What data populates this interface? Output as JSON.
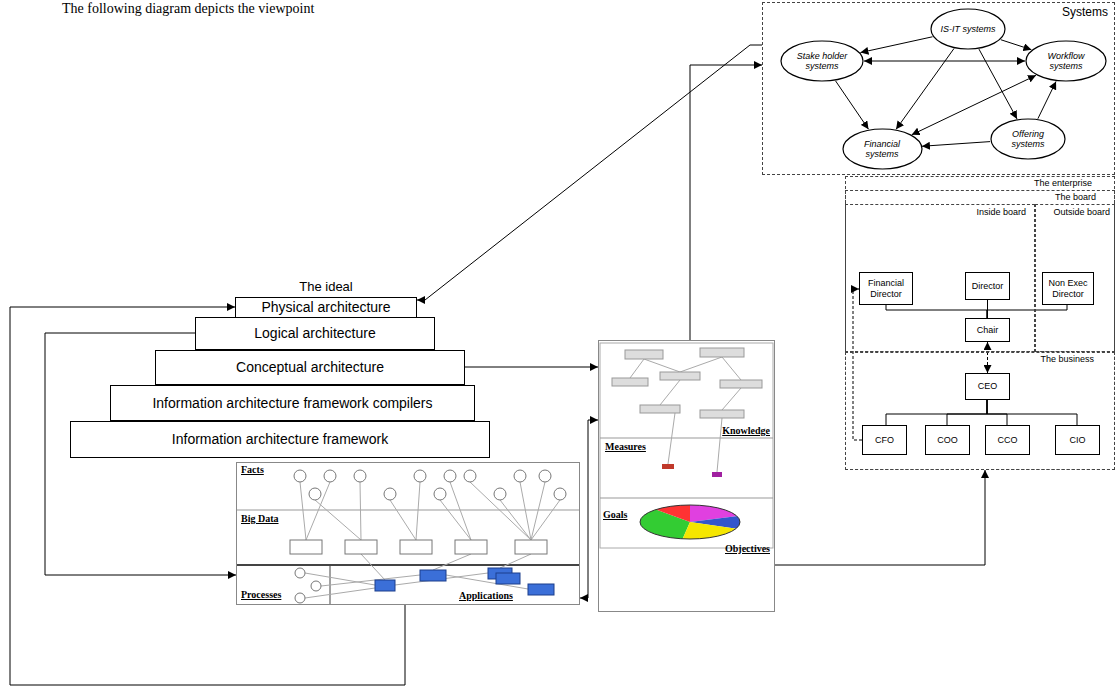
{
  "diagram": {
    "nodes": [
      {
        "text": [
          "Physical architecture"
        ]
      },
      {
        "text": [
          "Logical architecture"
        ]
      },
      {
        "text": [
          "Conceptual architecture"
        ]
      },
      {
        "text": [
          "Information architecture framework compilers"
        ]
      },
      {
        "text": [
          "Information architecture framework"
        ]
      },
      {
        "text": [
          "Facts",
          "Big Data",
          "Processes",
          "Applications"
        ]
      },
      {
        "text": [
          "Knowledge",
          "Measures",
          "Goals",
          "Objectives"
        ]
      },
      {
        "text": [
          "Systems"
        ]
      },
      {
        "text": [
          "IS-IT systems"
        ],
        "in": 7
      },
      {
        "text": [
          "Stake holder systems"
        ],
        "in": 7
      },
      {
        "text": [
          "Workflow systems"
        ],
        "in": 7
      },
      {
        "text": [
          "Financial systems"
        ],
        "in": 7
      },
      {
        "text": [
          "Offering systems"
        ],
        "in": 7
      },
      {
        "text": [
          "The enterprise"
        ]
      },
      {
        "text": [
          "The board"
        ],
        "in": 13
      },
      {
        "text": [
          "Inside board"
        ],
        "in": 14
      },
      {
        "text": [
          "Outside board"
        ],
        "in": 14
      },
      {
        "text": [
          "Financial Director"
        ],
        "in": 15
      },
      {
        "text": [
          "Director"
        ],
        "in": 15
      },
      {
        "text": [
          "Non Exec Director"
        ],
        "in": 16
      },
      {
        "text": [
          "Chair"
        ],
        "in": 15
      },
      {
        "text": [
          "The business"
        ],
        "in": 13
      },
      {
        "text": [
          "CEO"
        ],
        "in": 21
      },
      {
        "text": [
          "CFO"
        ],
        "in": 21
      },
      {
        "text": [
          "COO"
        ],
        "in": 21
      },
      {
        "text": [
          "CCO"
        ],
        "in": 21
      },
      {
        "text": [
          "CIO"
        ],
        "in": 21
      }
    ],
    "edges": [
      {
        "from": 7,
        "to": 0,
        "arrow": "to"
      },
      {
        "from": 6,
        "to": 7,
        "arrow": "to"
      },
      {
        "from": 2,
        "to": 6,
        "arrow": "to"
      },
      {
        "from": 6,
        "to": 21,
        "arrow": "to"
      },
      {
        "from": 1,
        "to": 5,
        "arrow": "to"
      },
      {
        "from": 5,
        "to": 6,
        "arrow": "both"
      },
      {
        "from": 5,
        "to": 0,
        "arrow": "to"
      },
      {
        "from": 8,
        "to": 9,
        "arrow": "to"
      },
      {
        "from": 8,
        "to": 10,
        "arrow": "to"
      },
      {
        "from": 8,
        "to": 11,
        "arrow": "to"
      },
      {
        "from": 8,
        "to": 12,
        "arrow": "to"
      },
      {
        "from": 9,
        "to": 10,
        "arrow": "both"
      },
      {
        "from": 9,
        "to": 11,
        "arrow": "to"
      },
      {
        "from": 11,
        "to": 10,
        "arrow": "both"
      },
      {
        "from": 12,
        "to": 11,
        "arrow": "to"
      },
      {
        "from": 12,
        "to": 10,
        "arrow": "to"
      },
      {
        "from": 17,
        "to": 20,
        "arrow": "none"
      },
      {
        "from": 18,
        "to": 20,
        "arrow": "none"
      },
      {
        "from": 19,
        "to": 20,
        "arrow": "none"
      },
      {
        "from": 20,
        "to": 22,
        "arrow": "both"
      },
      {
        "from": 22,
        "to": 23,
        "arrow": "none"
      },
      {
        "from": 22,
        "to": 24,
        "arrow": "none"
      },
      {
        "from": 22,
        "to": 25,
        "arrow": "none"
      },
      {
        "from": 22,
        "to": 26,
        "arrow": "none"
      },
      {
        "from": 23,
        "to": 17,
        "arrow": "to"
      }
    ],
    "labels": [
      "The following diagram depicts the viewpoint",
      "The ideal"
    ]
  }
}
